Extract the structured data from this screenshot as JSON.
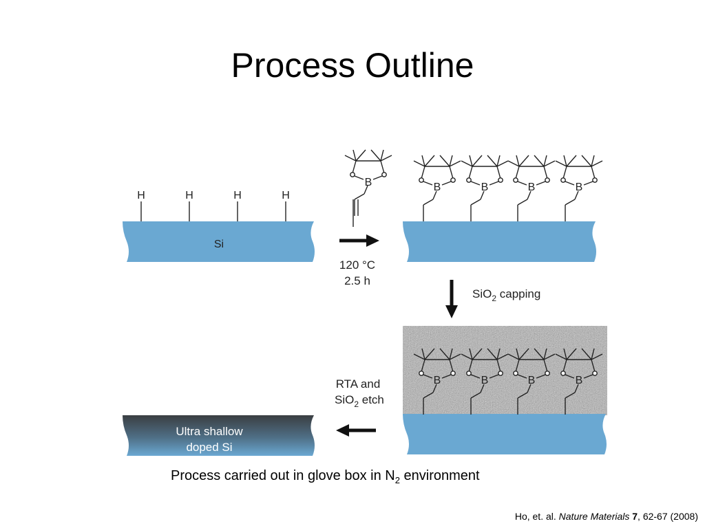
{
  "title": "Process Outline",
  "labels": {
    "h_atom": "H",
    "si": "Si",
    "boron": "B",
    "temperature": "120 °C",
    "time": "2.5 h",
    "capping_prefix": "SiO",
    "capping_sub": "2",
    "capping_suffix": " capping",
    "rta_line1": "RTA and",
    "etch_prefix": "SiO",
    "etch_sub": "2",
    "etch_suffix": " etch",
    "result_line1": "Ultra shallow",
    "result_line2": "doped Si"
  },
  "caption": {
    "prefix": "Process carried out in glove box in N",
    "sub": "2",
    "suffix": " environment"
  },
  "citation": {
    "authors": "Ho, et. al. ",
    "journal": "Nature Materials",
    "volume": "7",
    "pages": ", 62-67 (2008)"
  },
  "colors": {
    "silicon": "#6aa8d2",
    "oxide": "#9a9a9a",
    "doped_gradient_top": "#3a3e42",
    "doped_gradient_bottom": "#6aa8d2"
  }
}
